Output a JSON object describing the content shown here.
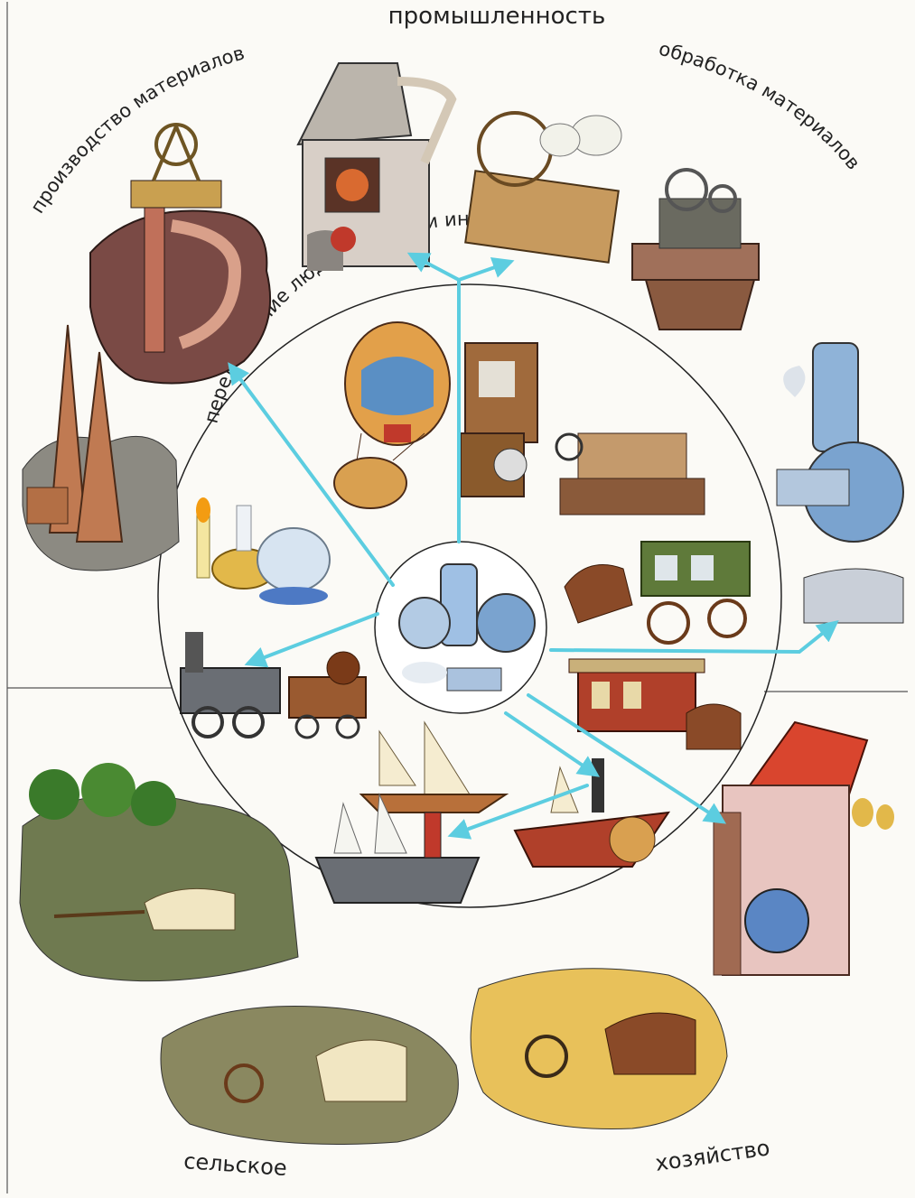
{
  "labels": {
    "industry": "промышленность",
    "materials_production": "производство материалов",
    "materials_processing": "обработка материалов",
    "movement": "передвижение людей, вещей и информации",
    "agriculture_left": "сельское",
    "agriculture_right": "хозяйство"
  },
  "colors": {
    "arrow": "#5ccde0",
    "ink": "#222222",
    "divider": "#555555",
    "paper": "#fbfaf6"
  }
}
